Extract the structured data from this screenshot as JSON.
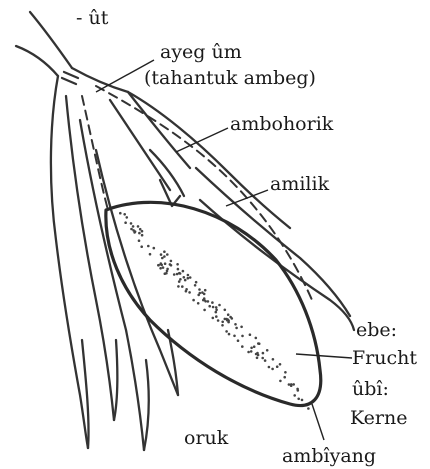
{
  "labels": {
    "ut": "- ût",
    "ayeg_um": "ayeg ûm",
    "tahantuk": "(tahantuk ambeg)",
    "ambohorik": "ambohorik",
    "amilik": "amilik",
    "ebe": "ebe:",
    "frucht": "Frucht",
    "ubi": "ûbî:",
    "kerne": "Kerne",
    "oruk": "oruk",
    "ambiyang": "ambîyang"
  }
}
